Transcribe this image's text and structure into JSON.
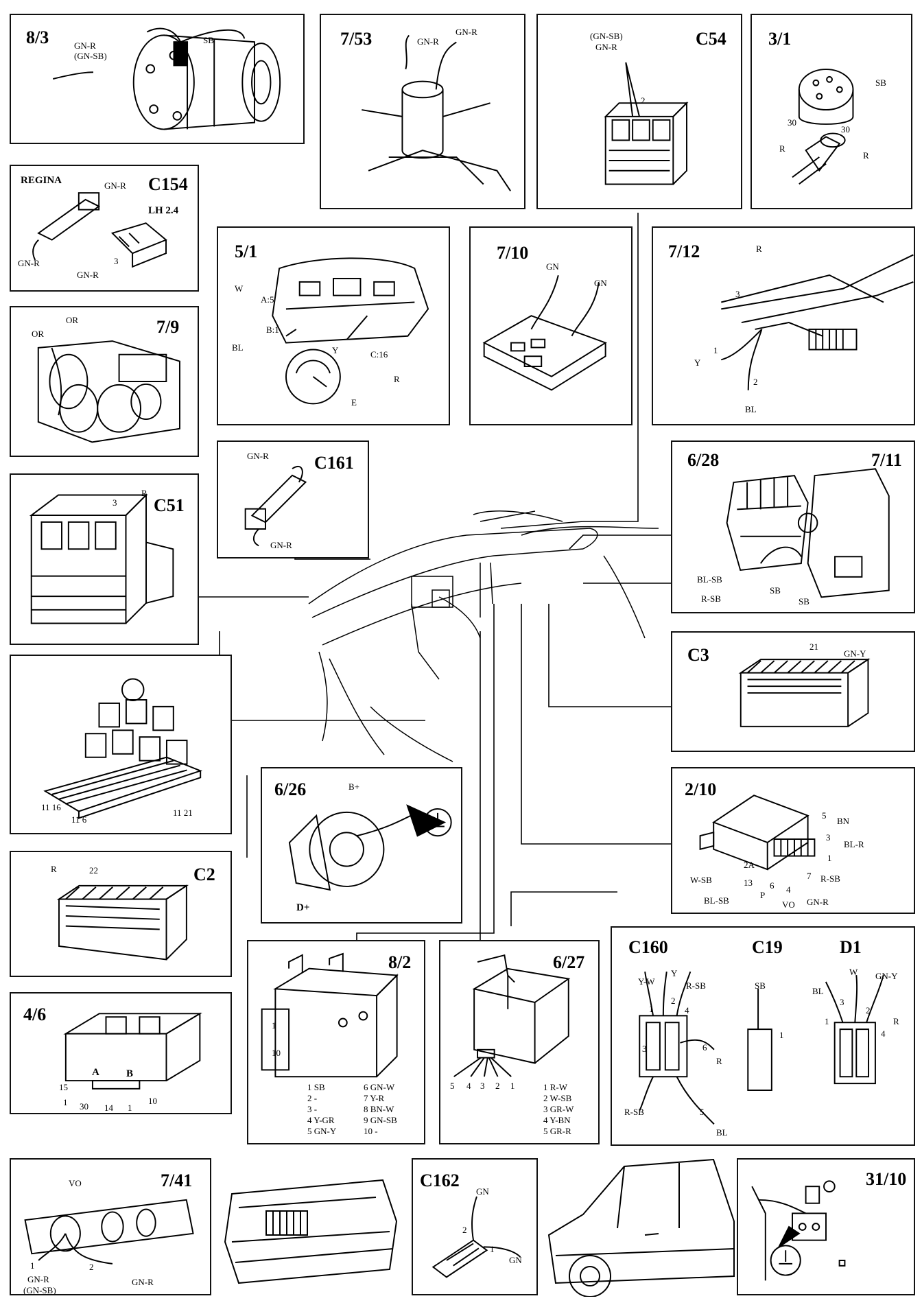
{
  "panels": {
    "p8_3": {
      "ref": "8/3",
      "labels": [
        "GN-R",
        "(GN-SB)",
        "SB"
      ]
    },
    "p7_53": {
      "ref": "7/53",
      "labels": [
        "GN-R",
        "GN-R"
      ]
    },
    "pC54": {
      "ref": "C54",
      "labels": [
        "(GN-SB)",
        "GN-R",
        "2"
      ]
    },
    "p3_1": {
      "ref": "3/1",
      "labels": [
        "SB",
        "30",
        "30",
        "R",
        "R"
      ]
    },
    "pC154": {
      "ref": "C154",
      "labels": [
        "REGINA",
        "GN-R",
        "LH 2.4",
        "GN-R",
        "GN-R",
        "3"
      ]
    },
    "p5_1": {
      "ref": "5/1",
      "labels": [
        "W",
        "A:5",
        "B:1",
        "BL",
        "Y",
        "C:16",
        "R",
        "E"
      ]
    },
    "p7_10": {
      "ref": "7/10",
      "labels": [
        "GN",
        "GN"
      ]
    },
    "p7_12": {
      "ref": "7/12",
      "labels": [
        "R",
        "3",
        "1",
        "Y",
        "2",
        "BL"
      ]
    },
    "p7_9": {
      "ref": "7/9",
      "labels": [
        "OR",
        "OR"
      ]
    },
    "pC161": {
      "ref": "C161",
      "labels": [
        "GN-R",
        "GN-R"
      ]
    },
    "p6_28": {
      "ref": "6/28",
      "ref2": "7/11",
      "labels": [
        "BL-SB",
        "R-SB",
        "SB",
        "SB"
      ]
    },
    "pC51": {
      "ref": "C51",
      "labels": [
        "R",
        "3"
      ]
    },
    "pC3": {
      "ref": "C3",
      "labels": [
        "21",
        "GN-Y"
      ]
    },
    "pFuse": {
      "labels": [
        "11 16",
        "11 6",
        "11 21"
      ]
    },
    "p6_26": {
      "ref": "6/26",
      "labels": [
        "B+",
        "D+"
      ]
    },
    "p2_10": {
      "ref": "2/10",
      "labels": [
        "5",
        "BN",
        "3",
        "BL-R",
        "1",
        "2A",
        "W-SB",
        "13",
        "7",
        "R-SB",
        "BL-SB",
        "P",
        "6",
        "4",
        "VO",
        "GN-R"
      ]
    },
    "pC2": {
      "ref": "C2",
      "labels": [
        "R",
        "22"
      ]
    },
    "p4_6": {
      "ref": "4/6",
      "labels": [
        "A",
        "B",
        "15",
        "1",
        "30",
        "14",
        "1",
        "10"
      ]
    },
    "p8_2": {
      "ref": "8/2",
      "labels": [
        "1",
        "10"
      ],
      "pins_left": [
        "1 SB",
        "2 -",
        "3 -",
        "4 Y-GR",
        "5 GN-Y"
      ],
      "pins_right": [
        "6 GN-W",
        "7 Y-R",
        "8 BN-W",
        "9 GN-SB",
        "10 -"
      ]
    },
    "p6_27": {
      "ref": "6/27",
      "labels": [
        "5",
        "4",
        "3",
        "2",
        "1"
      ],
      "pins": [
        "1 R-W",
        "2 W-SB",
        "3 GR-W",
        "4 Y-BN",
        "5 GR-R"
      ]
    },
    "pC160": {
      "ref": "C160",
      "ref2": "C19",
      "ref3": "D1",
      "labels": [
        "Y-W",
        "Y",
        "R-SB",
        "1",
        "2",
        "4",
        "3",
        "6",
        "R",
        "R-SB",
        "5",
        "BL",
        "SB",
        "1",
        "W",
        "GN-Y",
        "BL",
        "3",
        "2",
        "1",
        "R",
        "4"
      ]
    },
    "p7_41": {
      "ref": "7/41",
      "labels": [
        "VO",
        "1",
        "2",
        "GN-R",
        "(GN-SB)",
        "GN-R"
      ]
    },
    "pC162": {
      "ref": "C162",
      "labels": [
        "GN",
        "2",
        "1",
        "GN"
      ]
    },
    "p31_10": {
      "ref": "31/10",
      "labels": []
    }
  }
}
